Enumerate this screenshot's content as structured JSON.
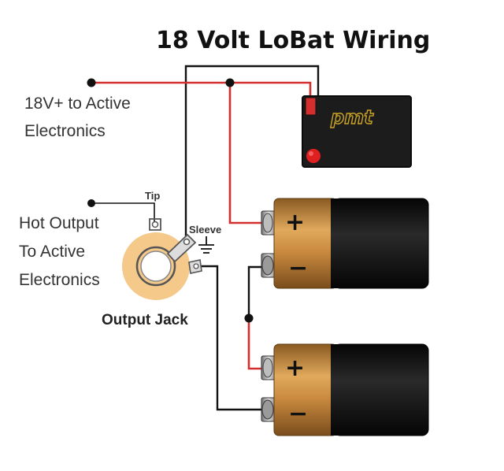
{
  "diagram": {
    "title": "18 Volt LoBat Wiring",
    "labels": {
      "output_18v_line1": "18V+ to Active",
      "output_18v_line2": "Electronics",
      "hot_output_line1": "Hot Output",
      "hot_output_line2": "To Active",
      "hot_output_line3": "Electronics",
      "tip": "Tip",
      "sleeve": "Sleeve",
      "output_jack": "Output Jack"
    },
    "lobat_module": {
      "logo": "pmt"
    },
    "batteries": [
      {
        "plus": "+",
        "minus": "−"
      },
      {
        "plus": "+",
        "minus": "−"
      }
    ],
    "colors": {
      "positive_wire": "#d32f2f",
      "negative_wire": "#111111",
      "battery_copper": "#c8893e",
      "battery_body": "#151515",
      "jack_ring": "#f4c98a",
      "led": "#e02020"
    }
  }
}
